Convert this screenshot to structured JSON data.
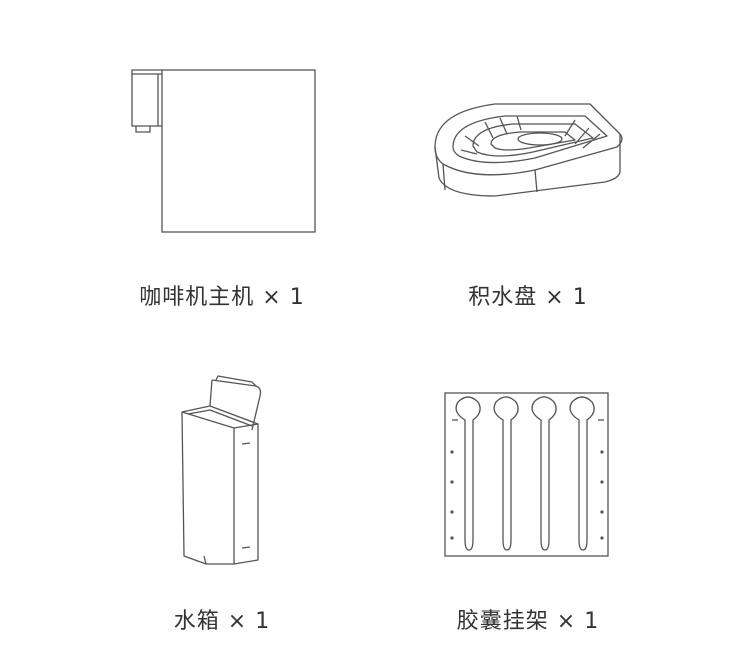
{
  "items": [
    {
      "icon": "coffee-machine-icon",
      "label": "咖啡机主机 × 1"
    },
    {
      "icon": "drip-tray-icon",
      "label": "积水盘 × 1"
    },
    {
      "icon": "water-tank-icon",
      "label": "水箱 × 1"
    },
    {
      "icon": "capsule-rack-icon",
      "label": "胶囊挂架 × 1"
    }
  ],
  "colors": {
    "line": "#555555",
    "text": "#333333",
    "background": "#ffffff"
  }
}
